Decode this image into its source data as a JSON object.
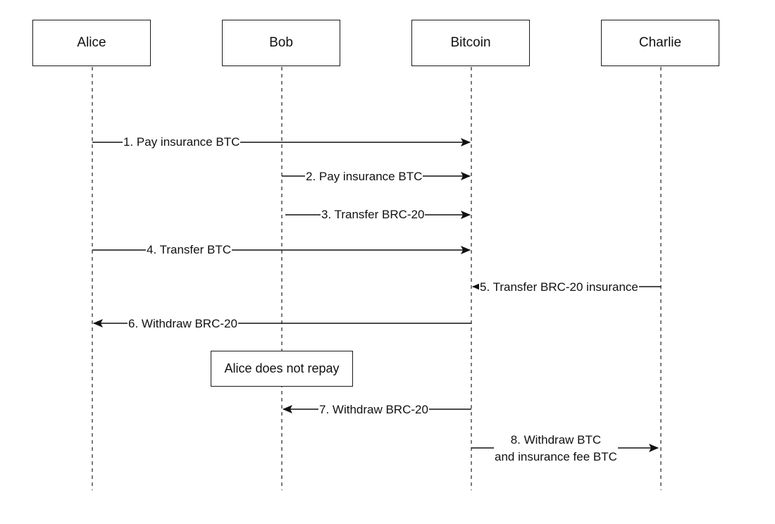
{
  "actors": [
    {
      "name": "Alice"
    },
    {
      "name": "Bob"
    },
    {
      "name": "Bitcoin"
    },
    {
      "name": "Charlie"
    }
  ],
  "messages": [
    {
      "from": "Alice",
      "to": "Bitcoin",
      "label": "1. Pay insurance BTC"
    },
    {
      "from": "Bob",
      "to": "Bitcoin",
      "label": "2. Pay insurance BTC"
    },
    {
      "from": "Bob",
      "to": "Bitcoin",
      "label": "3. Transfer BRC-20"
    },
    {
      "from": "Alice",
      "to": "Bitcoin",
      "label": "4. Transfer BTC"
    },
    {
      "from": "Charlie",
      "to": "Bitcoin",
      "label": "5. Transfer BRC-20 insurance"
    },
    {
      "from": "Bitcoin",
      "to": "Alice",
      "label": "6. Withdraw BRC-20"
    },
    {
      "from": "Bitcoin",
      "to": "Bob",
      "label": "7. Withdraw BRC-20"
    },
    {
      "from": "Bitcoin",
      "to": "Charlie",
      "label": "8. Withdraw BTC\nand insurance fee BTC"
    }
  ],
  "note": {
    "text": "Alice does not repay",
    "over": "Bob"
  }
}
